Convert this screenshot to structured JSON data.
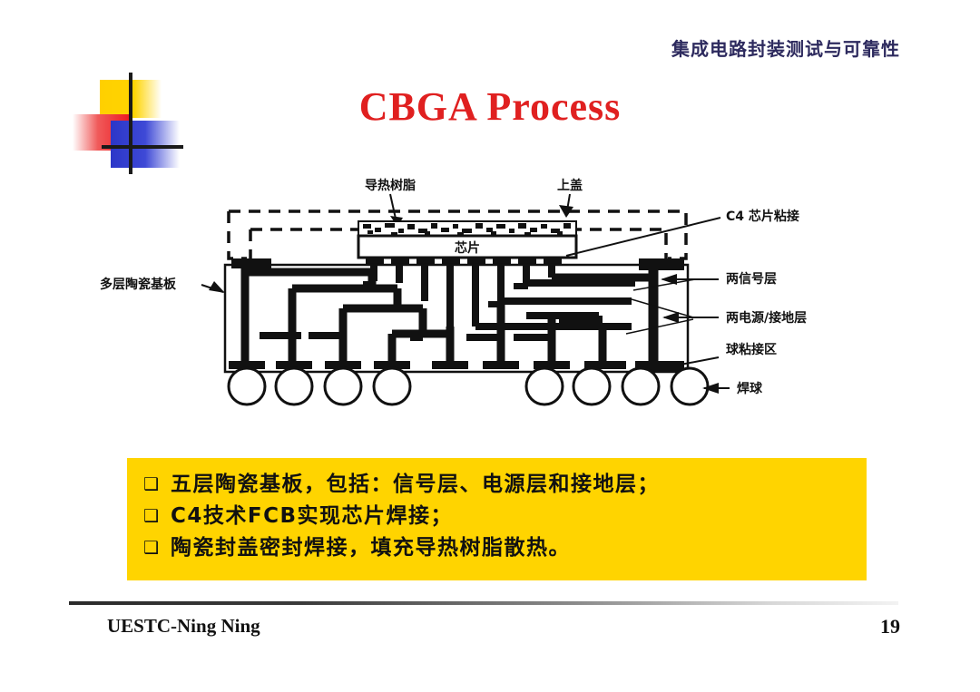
{
  "header": {
    "course_title": "集成电路封装测试与可靠性"
  },
  "title": {
    "text": "CBGA Process"
  },
  "logo": {
    "name": "decorative-logo",
    "colors": {
      "yellow": "#FFD400",
      "red": "#ED1C24",
      "blue": "#2B36C8",
      "cross": "#1a1a1a"
    }
  },
  "diagram": {
    "name": "cbga-cross-section",
    "labels": {
      "thermal_resin": "导热树脂",
      "top_lid": "上盖",
      "c4_die_attach": "C4 芯片粘接",
      "two_signal_layers": "两信号层",
      "two_power_ground_layers": "两电源/接地层",
      "ball_pad_area": "球粘接区",
      "solder_ball": "焊球",
      "multilayer_ceramic_substrate": "多层陶瓷基板",
      "chip": "芯片"
    },
    "solder_ball_count": 8
  },
  "callout": {
    "background_color": "#FFD400",
    "marker": "❑",
    "bullets": [
      "五层陶瓷基板，包括：信号层、电源层和接地层；",
      "C4技术FCB实现芯片焊接；",
      "陶瓷封盖密封焊接，填充导热树脂散热。"
    ]
  },
  "footer": {
    "author": "UESTC-Ning Ning",
    "page_number": "19"
  }
}
